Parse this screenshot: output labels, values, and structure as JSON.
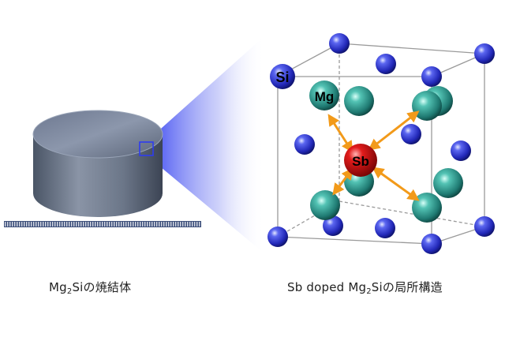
{
  "left_caption": {
    "prefix": "Mg",
    "subscript": "2",
    "suffix": "Siの焼結体"
  },
  "right_caption": {
    "prefix": "Sb doped Mg",
    "subscript": "2",
    "suffix": "Siの局所構造"
  },
  "atoms": {
    "si": {
      "label": "Si",
      "color": "#1a1aa8"
    },
    "mg": {
      "label": "Mg",
      "color": "#1f7a72"
    },
    "sb": {
      "label": "Sb",
      "color": "#d40f0f"
    }
  },
  "colors": {
    "bond_arrow": "#f29a1a",
    "magnifier": "#2e3cf0",
    "cell_edge": "#9a9a9a",
    "pellet": "#6b7688"
  }
}
